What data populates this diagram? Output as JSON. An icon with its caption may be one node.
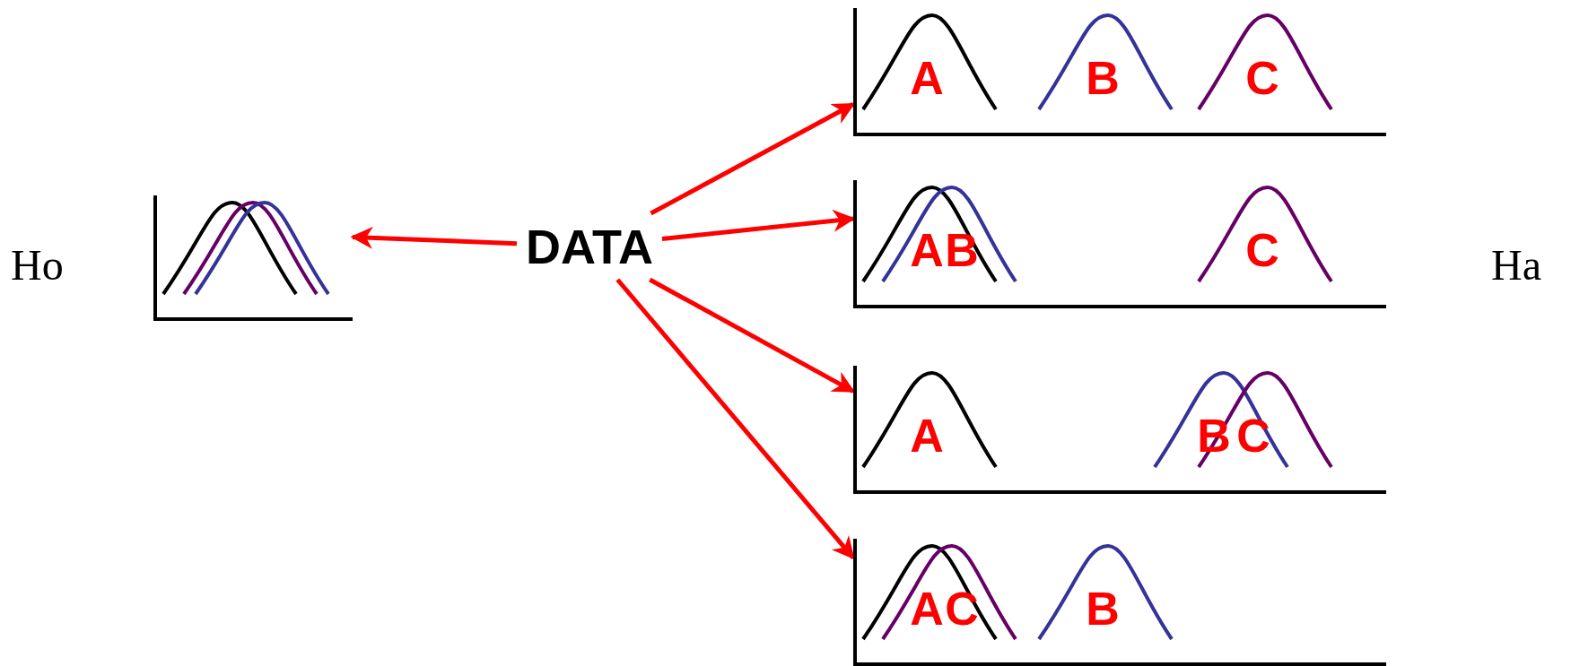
{
  "diagram": {
    "nodes": [
      {
        "text": [
          "DATA"
        ]
      },
      {
        "text": [],
        "shape": "picture"
      },
      {
        "text": [
          "A",
          "B",
          "C"
        ]
      },
      {
        "text": [
          "A",
          "B",
          "C"
        ]
      },
      {
        "text": [
          "A",
          "B",
          "C"
        ]
      },
      {
        "text": [
          "A",
          "C",
          "B"
        ]
      }
    ],
    "edges": [
      {
        "from": 0,
        "to": 1,
        "arrow": "to"
      },
      {
        "from": 0,
        "to": 2,
        "arrow": "to"
      },
      {
        "from": 0,
        "to": 3,
        "arrow": "to"
      },
      {
        "from": 0,
        "to": 4,
        "arrow": "to"
      },
      {
        "from": 0,
        "to": 5,
        "arrow": "to"
      }
    ],
    "labels": [
      "Ho",
      "Ha"
    ]
  }
}
